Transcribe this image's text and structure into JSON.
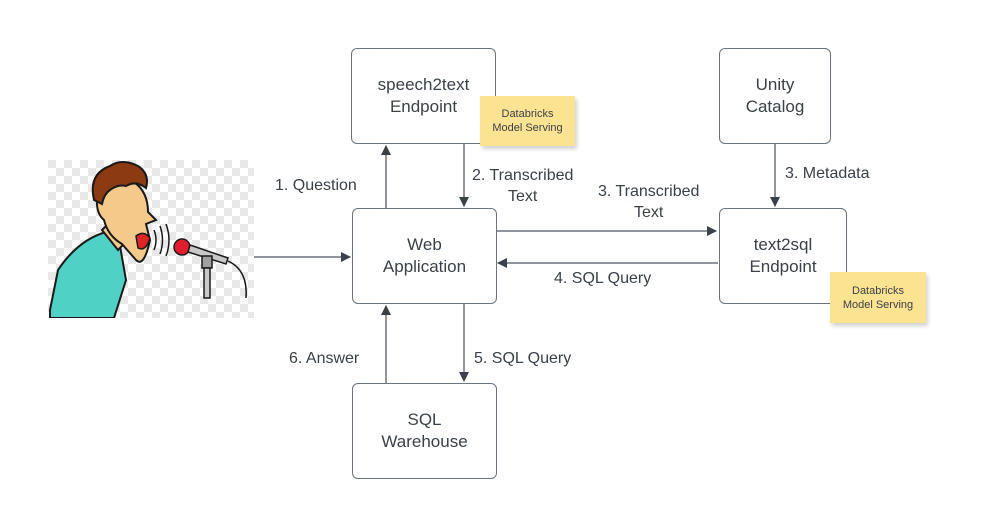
{
  "nodes": {
    "speech2text": {
      "line1": "speech2text",
      "line2": "Endpoint"
    },
    "unity": {
      "line1": "Unity",
      "line2": "Catalog"
    },
    "webapp": {
      "line1": "Web",
      "line2": "Application"
    },
    "text2sql": {
      "line1": "text2sql",
      "line2": "Endpoint"
    },
    "warehouse": {
      "line1": "SQL",
      "line2": "Warehouse"
    }
  },
  "notes": {
    "speech2text_note": {
      "line1": "Databricks",
      "line2": "Model Serving"
    },
    "text2sql_note": {
      "line1": "Databricks",
      "line2": "Model Serving"
    }
  },
  "edges": {
    "e1": "1. Question",
    "e2_line1": "2. Transcribed",
    "e2_line2": "Text",
    "e3_line1": "3. Transcribed",
    "e3_line2": "Text",
    "e3b": "3. Metadata",
    "e4": "4. SQL Query",
    "e5": "5. SQL Query",
    "e6": "6. Answer"
  },
  "image": {
    "subject": "person-speaking-into-microphone"
  },
  "colors": {
    "line": "#6b7280",
    "note": "#fbe391",
    "text": "#3a414a"
  }
}
